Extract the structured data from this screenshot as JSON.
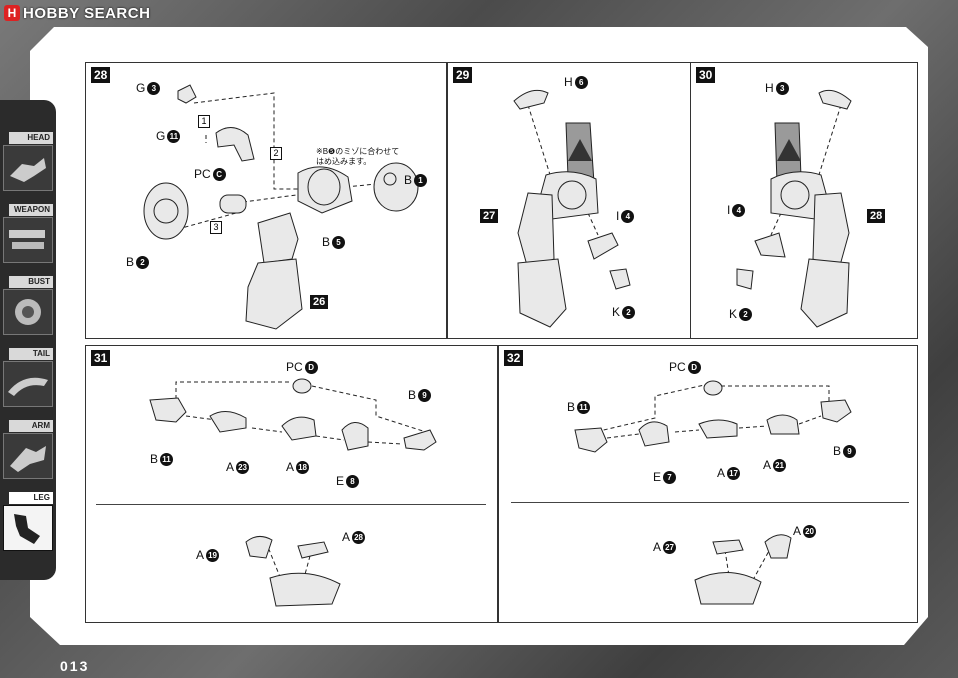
{
  "site": {
    "brand": "HOBBY SEARCH",
    "mark": "H"
  },
  "page": {
    "number": "013"
  },
  "nav": {
    "tabs": [
      {
        "label": "HEAD"
      },
      {
        "label": "WEAPON"
      },
      {
        "label": "BUST"
      },
      {
        "label": "TAIL"
      },
      {
        "label": "ARM"
      },
      {
        "label": "LEG"
      }
    ]
  },
  "steps": {
    "s28": {
      "no": "28",
      "labels": {
        "g3": {
          "l": "G",
          "n": "3"
        },
        "g11": {
          "l": "G",
          "n": "11"
        },
        "pcc": {
          "l": "PC",
          "n": "C"
        },
        "b2": {
          "l": "B",
          "n": "2"
        },
        "b5": {
          "l": "B",
          "n": "5"
        },
        "b1": {
          "l": "B",
          "n": "1"
        }
      },
      "order": [
        "1",
        "2",
        "3"
      ],
      "note": [
        "※B❺のミゾに合わせて",
        "はめ込みます。"
      ],
      "part": "26"
    },
    "s29": {
      "no": "29",
      "labels": {
        "h6": {
          "l": "H",
          "n": "6"
        },
        "i4": {
          "l": "I",
          "n": "4"
        },
        "k2": {
          "l": "K",
          "n": "2"
        }
      },
      "part": "27"
    },
    "s30": {
      "no": "30",
      "labels": {
        "h3": {
          "l": "H",
          "n": "3"
        },
        "i4": {
          "l": "I",
          "n": "4"
        },
        "k2": {
          "l": "K",
          "n": "2"
        }
      },
      "part": "28"
    },
    "s31": {
      "no": "31",
      "labels": {
        "pcd": {
          "l": "PC",
          "n": "D"
        },
        "b9": {
          "l": "B",
          "n": "9"
        },
        "b11": {
          "l": "B",
          "n": "11"
        },
        "a23": {
          "l": "A",
          "n": "23"
        },
        "a18": {
          "l": "A",
          "n": "18"
        },
        "e8": {
          "l": "E",
          "n": "8"
        },
        "a19": {
          "l": "A",
          "n": "19"
        },
        "a28": {
          "l": "A",
          "n": "28"
        }
      }
    },
    "s32": {
      "no": "32",
      "labels": {
        "pcd": {
          "l": "PC",
          "n": "D"
        },
        "b11": {
          "l": "B",
          "n": "11"
        },
        "e7": {
          "l": "E",
          "n": "7"
        },
        "a17": {
          "l": "A",
          "n": "17"
        },
        "a21": {
          "l": "A",
          "n": "21"
        },
        "b9": {
          "l": "B",
          "n": "9"
        },
        "a27": {
          "l": "A",
          "n": "27"
        },
        "a20": {
          "l": "A",
          "n": "20"
        }
      }
    }
  }
}
